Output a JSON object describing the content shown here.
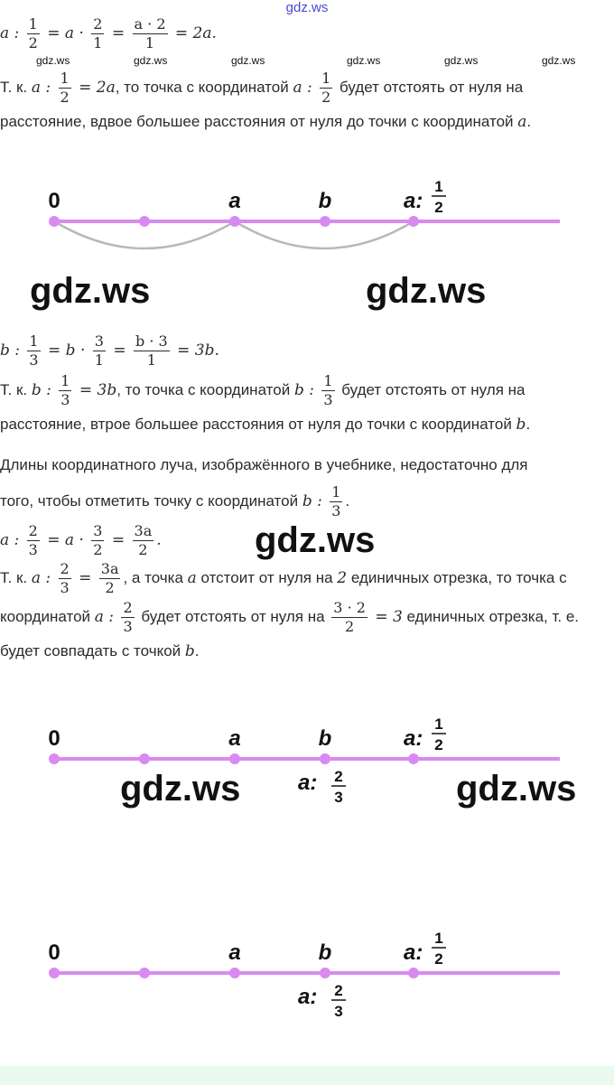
{
  "watermark_top": "gdz.ws",
  "watermark_small": [
    "gdz.ws",
    "gdz.ws",
    "gdz.ws",
    "gdz.ws",
    "gdz.ws",
    "gdz.ws"
  ],
  "watermark_big": [
    "gdz.ws",
    "gdz.ws",
    "gdz.ws",
    "gdz.ws",
    "gdz.ws"
  ],
  "lines": [
    [
      {
        "m": "a : "
      },
      {
        "f": [
          "1",
          "2"
        ]
      },
      {
        "m": " = a · "
      },
      {
        "f": [
          "2",
          "1"
        ]
      },
      {
        "m": " = "
      },
      {
        "f": [
          "a · 2",
          "1"
        ]
      },
      {
        "m": " = 2a."
      }
    ],
    [
      {
        "t": "Т. к. "
      },
      {
        "m": "a : "
      },
      {
        "f": [
          "1",
          "2"
        ]
      },
      {
        "m": " = 2a"
      },
      {
        "t": ", то точка с координатой "
      },
      {
        "m": "a : "
      },
      {
        "f": [
          "1",
          "2"
        ]
      },
      {
        "t": " будет отстоять от нуля на"
      }
    ],
    [
      {
        "t": "расстояние, вдвое большее расстояния от нуля до точки с координатой "
      },
      {
        "m": "a"
      },
      {
        "t": "."
      }
    ],
    [
      {
        "m": "b : "
      },
      {
        "f": [
          "1",
          "3"
        ]
      },
      {
        "m": " = b · "
      },
      {
        "f": [
          "3",
          "1"
        ]
      },
      {
        "m": " = "
      },
      {
        "f": [
          "b · 3",
          "1"
        ]
      },
      {
        "m": " = 3b."
      }
    ],
    [
      {
        "t": "Т. к. "
      },
      {
        "m": "b : "
      },
      {
        "f": [
          "1",
          "3"
        ]
      },
      {
        "m": " = 3b"
      },
      {
        "t": ", то точка с координатой "
      },
      {
        "m": "b : "
      },
      {
        "f": [
          "1",
          "3"
        ]
      },
      {
        "t": " будет отстоять от нуля на"
      }
    ],
    [
      {
        "t": "расстояние, втрое большее расстояния от нуля до точки с координатой "
      },
      {
        "m": "b"
      },
      {
        "t": "."
      }
    ],
    [
      {
        "t": "Длины координатного луча, изображённого в учебнике, недостаточно для"
      }
    ],
    [
      {
        "t": "того, чтобы отметить точку с координатой "
      },
      {
        "m": "b : "
      },
      {
        "f": [
          "1",
          "3"
        ]
      },
      {
        "t": "."
      }
    ],
    [
      {
        "m": "a : "
      },
      {
        "f": [
          "2",
          "3"
        ]
      },
      {
        "m": " = a · "
      },
      {
        "f": [
          "3",
          "2"
        ]
      },
      {
        "m": " = "
      },
      {
        "f": [
          "3a",
          "2"
        ]
      },
      {
        "m": "."
      }
    ],
    [
      {
        "t": "Т. к. "
      },
      {
        "m": "a : "
      },
      {
        "f": [
          "2",
          "3"
        ]
      },
      {
        "m": " = "
      },
      {
        "f": [
          "3a",
          "2"
        ]
      },
      {
        "t": ", а точка "
      },
      {
        "m": "a"
      },
      {
        "t": " отстоит от нуля на "
      },
      {
        "m": "2"
      },
      {
        "t": " единичных отрезка, то точка с"
      }
    ],
    [
      {
        "t": "координатой "
      },
      {
        "m": "a : "
      },
      {
        "f": [
          "2",
          "3"
        ]
      },
      {
        "t": " будет отстоять от нуля на "
      },
      {
        "f": [
          "3 · 2",
          "2"
        ]
      },
      {
        "m": " = 3"
      },
      {
        "t": " единичных отрезка, т. е."
      }
    ],
    [
      {
        "t": "будет совпадать с точкой "
      },
      {
        "m": "b"
      },
      {
        "t": "."
      }
    ]
  ],
  "diagrams": [
    {
      "labels": [
        "0",
        "a",
        "b",
        "a:"
      ],
      "label_frac": [
        "1",
        "2"
      ],
      "below_label": null,
      "arcs": true
    },
    {
      "labels": [
        "0",
        "a",
        "b",
        "a:"
      ],
      "label_frac": [
        "1",
        "2"
      ],
      "below_label": {
        "text": "a:",
        "frac": [
          "2",
          "3"
        ]
      },
      "arcs": false
    },
    {
      "labels": [
        "0",
        "a",
        "b",
        "a:"
      ],
      "label_frac": [
        "1",
        "2"
      ],
      "below_label": {
        "text": "a:",
        "frac": [
          "2",
          "3"
        ]
      },
      "arcs": false
    }
  ],
  "colors": {
    "axis": "#d98af0",
    "arc": "#b8b8b8",
    "watermark_top": "#4a4ad0",
    "bottom_band": "#eafaee"
  }
}
